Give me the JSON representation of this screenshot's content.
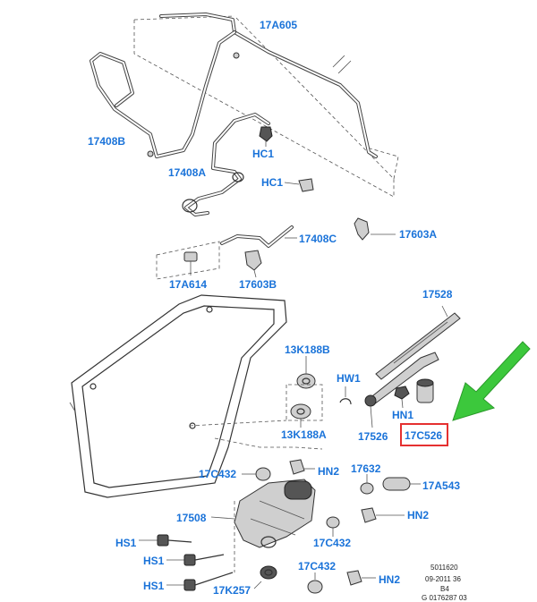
{
  "labels": {
    "p17A605": "17A605",
    "p17408B": "17408B",
    "pHC1a": "HC1",
    "p17408A": "17408A",
    "pHC1b": "HC1",
    "p17408C": "17408C",
    "p17603A": "17603A",
    "p17A614": "17A614",
    "p17603B": "17603B",
    "p17528": "17528",
    "p13K188B": "13K188B",
    "pHW1": "HW1",
    "pHN1": "HN1",
    "p13K188A": "13K188A",
    "p17526": "17526",
    "p17C526": "17C526",
    "p17C432a": "17C432",
    "pHN2a": "HN2",
    "p17632": "17632",
    "p17A543": "17A543",
    "p17508": "17508",
    "pHN2b": "HN2",
    "pHS1a": "HS1",
    "p17C432b": "17C432",
    "pHS1b": "HS1",
    "p17C432c": "17C432",
    "pHS1c": "HS1",
    "p17K257": "17K257",
    "pHN2c": "HN2"
  },
  "reference": {
    "line1": "5011620",
    "line2": "09-2011 36",
    "line3": "B4",
    "line4": "G 0176287 03"
  },
  "highlight": {
    "box_color": "#e53030",
    "arrow_color": "#3cc83c",
    "label_color": "#1a73d9"
  }
}
